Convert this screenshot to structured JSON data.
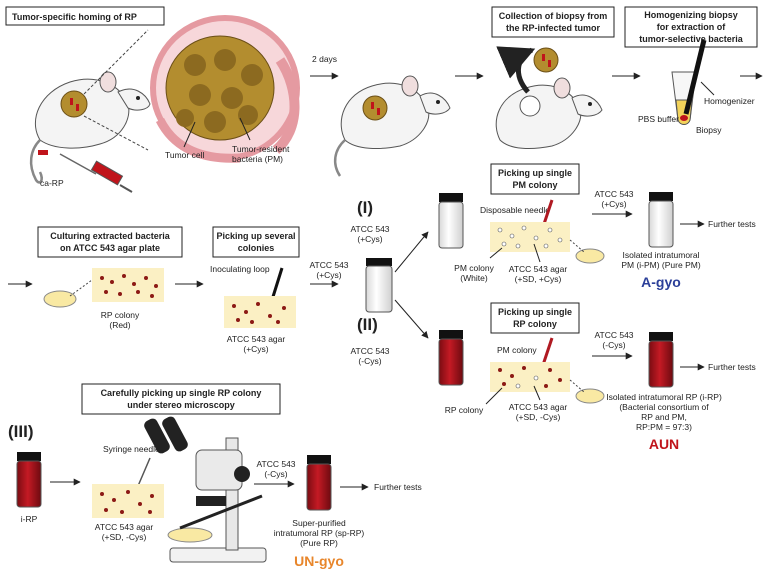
{
  "boxes": {
    "homing": "Tumor-specific homing of RP",
    "collection_1": "Collection of biopsy from",
    "collection_2": "the RP-infected tumor",
    "homogenizing_1": "Homogenizing biopsy",
    "homogenizing_2": "for extraction of",
    "homogenizing_3": "tumor-selective bacteria",
    "culturing_1": "Culturing extracted bacteria",
    "culturing_2": "on ATCC 543 agar plate",
    "several_1": "Picking up several",
    "several_2": "colonies",
    "single_pm_1": "Picking up single",
    "single_pm_2": "PM colony",
    "single_rp_1": "Picking up single",
    "single_rp_2": "RP colony",
    "stereo_1": "Carefully picking up single RP colony",
    "stereo_2": "under stereo microscopy"
  },
  "labels": {
    "ca_rp": "ca-RP",
    "tumor_cell": "Tumor  cell",
    "resident_1": "Tumor-resident",
    "resident_2": "bacteria (PM)",
    "two_days": "2 days",
    "homogenizer": "Homogenizer",
    "pbs": "PBS buffer",
    "biopsy": "Biopsy",
    "rp_colony_red_1": "RP colony",
    "rp_colony_red_2": "(Red)",
    "inoculating_loop": "Inoculating loop",
    "agar_cys_1": "ATCC 543 agar",
    "agar_cys_2": "(+Cys)",
    "atcc_cys_1": "ATCC 543",
    "atcc_cys_2": "(+Cys)",
    "roman_1": "(I)",
    "roman_2": "(II)",
    "roman_3": "(III)",
    "atcc_top_1": "ATCC 543",
    "atcc_top_2": "(+Cys)",
    "disposable_needle": "Disposable needle",
    "pm_colony_white_1": "PM colony",
    "pm_colony_white_2": "(White)",
    "agar_sd_cys_1": "ATCC 543 agar",
    "agar_sd_cys_2": "(+SD, +Cys)",
    "atcc_right_top_1": "ATCC 543",
    "atcc_right_top_2": "(+Cys)",
    "ipm_1": "Isolated intratumoral",
    "ipm_2": "PM (i-PM) (Pure PM)",
    "a_gyo": "A-gyo",
    "further_1": "Further tests",
    "atcc_minus_1": "ATCC 543",
    "atcc_minus_2": "(-Cys)",
    "pm_colony": "PM colony",
    "rp_colony": "RP colony",
    "agar_sd_minus_1": "ATCC 543 agar",
    "agar_sd_minus_2": "(+SD, -Cys)",
    "atcc_right_mid_1": "ATCC 543",
    "atcc_right_mid_2": "(-Cys)",
    "irp_1": "Isolated intratumoral  RP (i-RP)",
    "irp_2": "(Bacterial consortium of",
    "irp_3": "RP and PM,",
    "irp_4": "RP:PM = 97:3)",
    "aun": "AUN",
    "further_2": "Further tests",
    "i_rp": "i-RP",
    "syringe_needle": "Syringe needle",
    "agar_sd_minus_b1": "ATCC 543 agar",
    "agar_sd_minus_b2": "(+SD, -Cys)",
    "atcc_bottom_1": "ATCC 543",
    "atcc_bottom_2": "(-Cys)",
    "sp_1": "Super-purified",
    "sp_2": "intratumoral  RP (sp-RP)",
    "sp_3": "(Pure RP)",
    "un_gyo": "UN-gyo",
    "further_3": "Further tests"
  },
  "colors": {
    "red_culture": "#a3131c",
    "agar": "#fbf0c4",
    "a_gyo": "#2b3f99",
    "aun": "#c0141b",
    "un_gyo": "#e8862b",
    "tumor_cell": "#b38d2f",
    "vessel": "#e59aa1"
  }
}
